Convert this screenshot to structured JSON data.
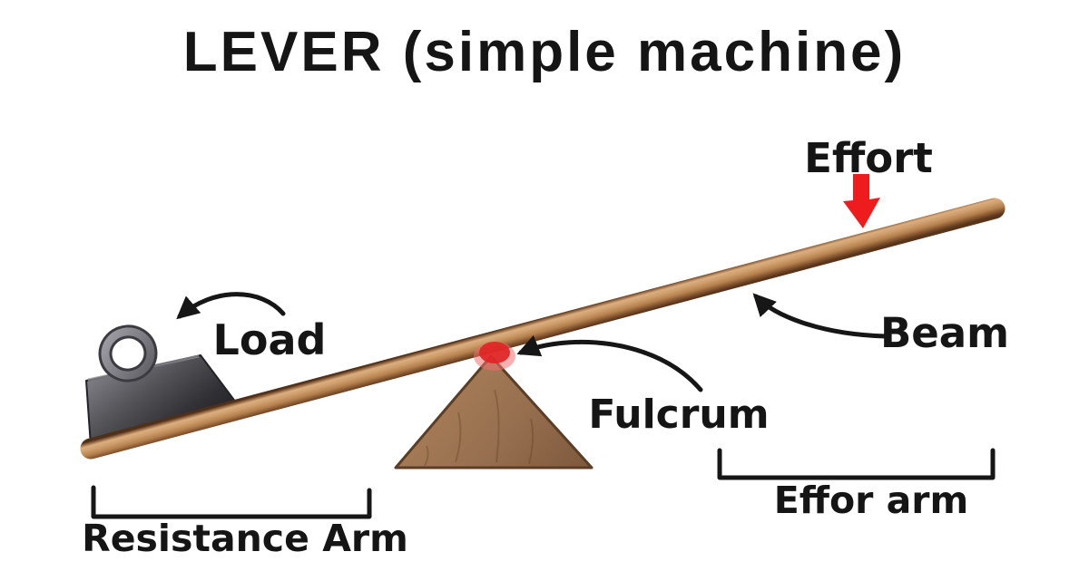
{
  "title": "LEVER (simple machine)",
  "labels": {
    "effort": "Effort",
    "load": "Load",
    "beam": "Beam",
    "fulcrum": "Fulcrum",
    "resistance_arm": "Resistance Arm",
    "effort_arm": "Effor arm"
  },
  "colors": {
    "background": "#ffffff",
    "ink": "#151515",
    "effort_red": "#ee1c1c",
    "pivot_red": "#e02525",
    "beam_light": "#d8a877",
    "beam_dark": "#57341a",
    "fulcrum_wood": "#9b6f4c",
    "weight_gray": "#3a393e",
    "ring_gray": "#85848a"
  }
}
